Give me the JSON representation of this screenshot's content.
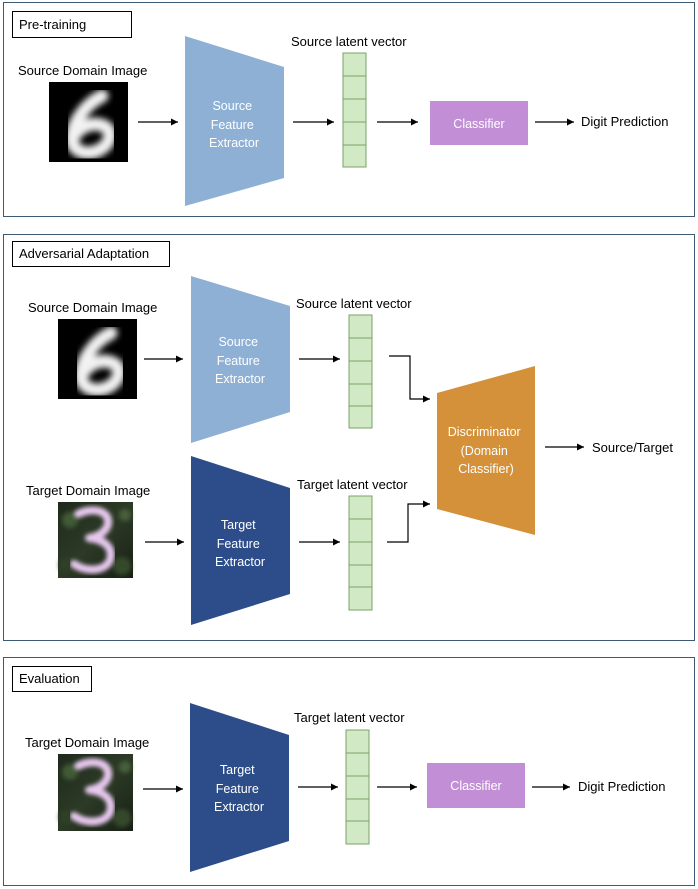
{
  "colors": {
    "source_extractor": "#8eb0d5",
    "target_extractor": "#2c4d89",
    "classifier": "#c28fd6",
    "discriminator": "#d4913a",
    "latent_vector": "#d2e9c5",
    "panel_border": "#3c5a74"
  },
  "icons": {
    "digit_six": "handwritten-digit-6-grayscale",
    "digit_three": "street-view-digit-3-color"
  },
  "pretraining": {
    "title": "Pre-training",
    "image_label": "Source Domain Image",
    "extractor": [
      "Source",
      "Feature",
      "Extractor"
    ],
    "latent_label": "Source latent vector",
    "classifier": "Classifier",
    "output": "Digit Prediction"
  },
  "adversarial": {
    "title": "Adversarial Adaptation",
    "source_image_label": "Source Domain Image",
    "source_extractor": [
      "Source",
      "Feature",
      "Extractor"
    ],
    "source_latent_label": "Source latent vector",
    "target_image_label": "Target Domain Image",
    "target_extractor": [
      "Target",
      "Feature",
      "Extractor"
    ],
    "target_latent_label": "Target latent vector",
    "discriminator": [
      "Discriminator",
      "(Domain",
      "Classifier)"
    ],
    "output": "Source/Target"
  },
  "evaluation": {
    "title": "Evaluation",
    "image_label": "Target Domain Image",
    "extractor": [
      "Target",
      "Feature",
      "Extractor"
    ],
    "latent_label": "Target latent vector",
    "classifier": "Classifier",
    "output": "Digit Prediction"
  }
}
